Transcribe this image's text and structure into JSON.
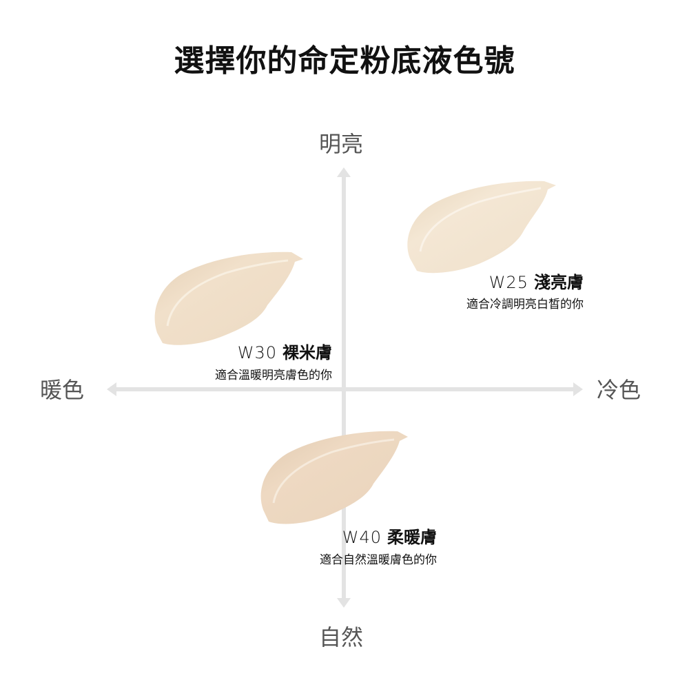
{
  "title": "選擇你的命定粉底液色號",
  "axes": {
    "top": "明亮",
    "bottom": "自然",
    "left": "暖色",
    "right": "冷色",
    "line_color": "#e3e3e3"
  },
  "shades": [
    {
      "code": "W25",
      "name": "淺亮膚",
      "description": "適合冷調明亮白皙的你",
      "color": "#f2e4d0",
      "quadrant": "bright-cool"
    },
    {
      "code": "W30",
      "name": "裸米膚",
      "description": "適合溫暖明亮膚色的你",
      "color": "#efdcc4",
      "quadrant": "bright-warm"
    },
    {
      "code": "W40",
      "name": "柔暖膚",
      "description": "適合自然溫暖膚色的你",
      "color": "#ecd7bf",
      "quadrant": "natural"
    }
  ]
}
